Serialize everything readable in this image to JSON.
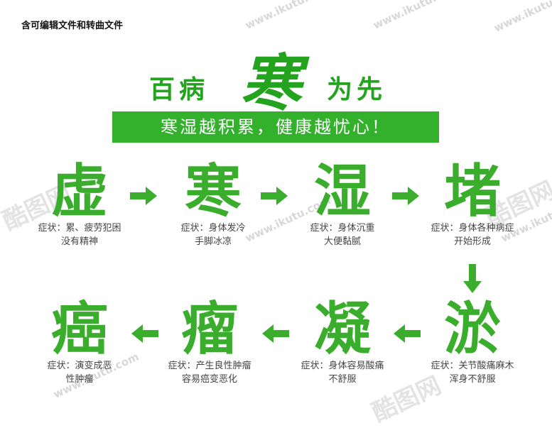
{
  "note": "含可编辑文件和转曲文件",
  "title": {
    "left": "百病",
    "center": "寒",
    "right": "为先"
  },
  "banner": "寒湿越积累，健康越忧心！",
  "watermark": {
    "text": "www.ikutu.com",
    "brand": "酷图网"
  },
  "steps": [
    {
      "char": "虚",
      "symptom": "症状：累、疲劳犯困\n没有精神"
    },
    {
      "char": "寒",
      "symptom": "症状：身体发冷\n手脚冰凉"
    },
    {
      "char": "湿",
      "symptom": "症状：身体沉重\n大便黏腻"
    },
    {
      "char": "堵",
      "symptom": "症状：身体各种病症\n开始形成"
    },
    {
      "char": "淤",
      "symptom": "症状：关节酸痛麻木\n浑身不舒服"
    },
    {
      "char": "凝",
      "symptom": "症状：身体容易酸痛\n不舒服"
    },
    {
      "char": "瘤",
      "symptom": "症状：产生良性肿瘤\n容易癌变恶化"
    },
    {
      "char": "癌",
      "symptom": "症状：演变成恶\n性肿瘤"
    }
  ],
  "colors": {
    "green": "#3aad2c",
    "banner_bg": "#33b12c",
    "symptom_text": "#444444"
  }
}
